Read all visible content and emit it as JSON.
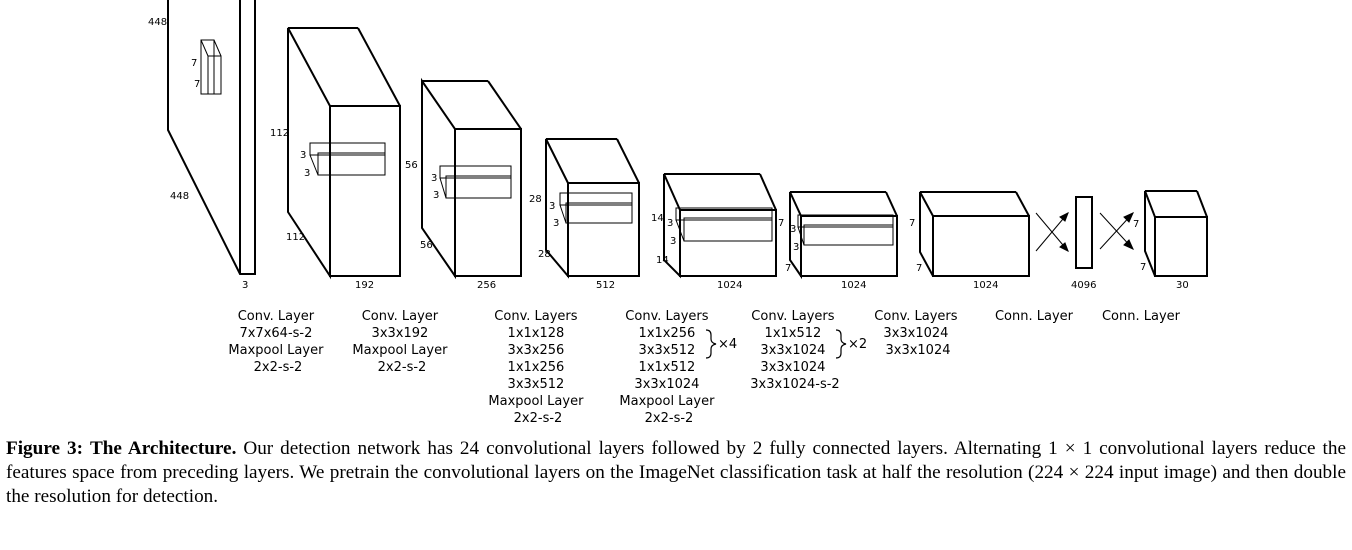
{
  "diagram": {
    "blocks": [
      {
        "id": "input",
        "labels": {
          "height": "448",
          "width": "448",
          "depth": "3"
        },
        "kernel": {
          "a": "7",
          "b": "7"
        }
      },
      {
        "id": "b1",
        "labels": {
          "height": "112",
          "width": "112",
          "depth": "192"
        },
        "kernel": {
          "a": "3",
          "b": "3"
        }
      },
      {
        "id": "b2",
        "labels": {
          "height": "56",
          "width": "56",
          "depth": "256"
        },
        "kernel": {
          "a": "3",
          "b": "3"
        }
      },
      {
        "id": "b3",
        "labels": {
          "height": "28",
          "width": "28",
          "depth": "512"
        },
        "kernel": {
          "a": "3",
          "b": "3"
        }
      },
      {
        "id": "b4",
        "labels": {
          "height": "14",
          "width": "14",
          "depth": "1024"
        },
        "kernel": {
          "a": "3",
          "b": "3"
        }
      },
      {
        "id": "b5",
        "labels": {
          "height": "7",
          "width": "7",
          "depth": "1024"
        },
        "kernel": {
          "a": "3",
          "b": "3"
        }
      },
      {
        "id": "b6",
        "labels": {
          "height": "7",
          "width": "7",
          "depth": "1024"
        }
      },
      {
        "id": "fc1",
        "labels": {
          "depth": "4096"
        }
      },
      {
        "id": "out",
        "labels": {
          "height": "7",
          "width": "7",
          "depth": "30"
        }
      }
    ],
    "layer_labels": [
      {
        "id": "l1",
        "lines": [
          "Conv. Layer",
          "7x7x64-s-2",
          "Maxpool Layer",
          "2x2-s-2"
        ]
      },
      {
        "id": "l2",
        "lines": [
          "Conv. Layer",
          "3x3x192",
          "Maxpool Layer",
          "2x2-s-2"
        ]
      },
      {
        "id": "l3",
        "lines": [
          "Conv. Layers",
          "1x1x128",
          "3x3x256",
          "1x1x256",
          "3x3x512",
          "Maxpool Layer",
          "2x2-s-2"
        ]
      },
      {
        "id": "l4",
        "lines": [
          "Conv. Layers",
          "1x1x256",
          "3x3x512",
          "1x1x512",
          "3x3x1024",
          "Maxpool Layer",
          "2x2-s-2"
        ],
        "repeat": "×4"
      },
      {
        "id": "l5",
        "lines": [
          "Conv. Layers",
          "1x1x512",
          "3x3x1024",
          "3x3x1024",
          "3x3x1024-s-2"
        ],
        "repeat": "×2"
      },
      {
        "id": "l6",
        "lines": [
          "Conv. Layers",
          "3x3x1024",
          "3x3x1024"
        ]
      },
      {
        "id": "l7",
        "lines": [
          "Conn. Layer"
        ]
      },
      {
        "id": "l8",
        "lines": [
          "Conn. Layer"
        ]
      }
    ]
  },
  "caption": {
    "label": "Figure 3:",
    "title": "The Architecture.",
    "text": "Our detection network has 24 convolutional layers followed by 2 fully connected layers. Alternating 1 × 1 convolutional layers reduce the features space from preceding layers. We pretrain the convolutional layers on the ImageNet classification task at half the resolution (224 × 224 input image) and then double the resolution for detection."
  }
}
